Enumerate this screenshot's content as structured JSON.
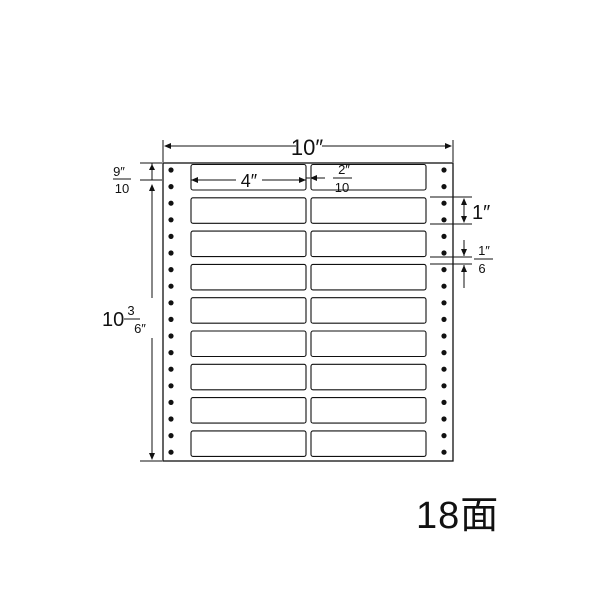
{
  "sheet": {
    "width_label": "10″",
    "height_label_whole": "10",
    "height_label_num": "3",
    "height_label_den": "6″",
    "top_margin_num": "9″",
    "top_margin_den": "10",
    "label_width": "4″",
    "gap_num": "2″",
    "gap_den": "10",
    "label_height": "1″",
    "row_gap_num": "1″",
    "row_gap_den": "6"
  },
  "layout": {
    "columns": 2,
    "rows": 9
  },
  "face_count": "18面"
}
